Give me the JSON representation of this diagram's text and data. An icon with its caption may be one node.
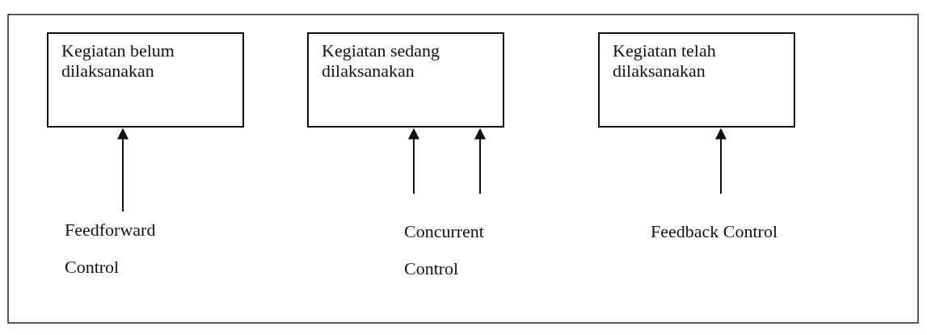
{
  "diagram": {
    "nodes": [
      {
        "text": [
          "Kegiatan belum dilaksanakan"
        ]
      },
      {
        "text": [
          "Kegiatan sedang dilaksanakan"
        ]
      },
      {
        "text": [
          "Kegiatan telah dilaksanakan"
        ]
      },
      {
        "text": [
          "Feedforward Control"
        ]
      },
      {
        "text": [
          "Concurrent Control"
        ]
      },
      {
        "text": [
          "Feedback Control"
        ]
      }
    ],
    "edges": [
      {
        "from": 3,
        "to": 0,
        "arrow": "to"
      },
      {
        "from": 4,
        "to": 1,
        "arrow": "to"
      },
      {
        "from": 4,
        "to": 1,
        "arrow": "to"
      },
      {
        "from": 5,
        "to": 2,
        "arrow": "to"
      }
    ]
  }
}
